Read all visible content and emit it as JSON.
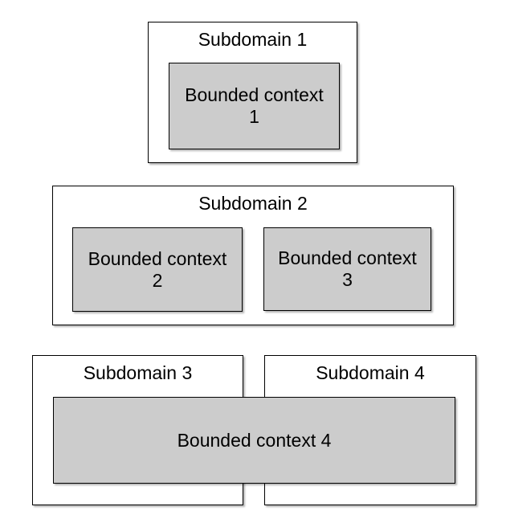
{
  "diagram": {
    "type": "domain-driven-design-subdomain-diagram",
    "subdomains": [
      {
        "label": "Subdomain 1"
      },
      {
        "label": "Subdomain 2"
      },
      {
        "label": "Subdomain 3"
      },
      {
        "label": "Subdomain 4"
      }
    ],
    "contexts": [
      {
        "lines": [
          "Bounded context",
          "1"
        ]
      },
      {
        "lines": [
          "Bounded context",
          "2"
        ]
      },
      {
        "lines": [
          "Bounded context",
          "3"
        ]
      },
      {
        "lines": [
          "Bounded context 4"
        ]
      }
    ],
    "colors": {
      "background": "#ffffff",
      "subdomain_fill": "#ffffff",
      "context_fill": "#cccccc",
      "border": "#000000",
      "shadow": "rgba(0,0,0,0.30)",
      "text": "#000000"
    }
  }
}
